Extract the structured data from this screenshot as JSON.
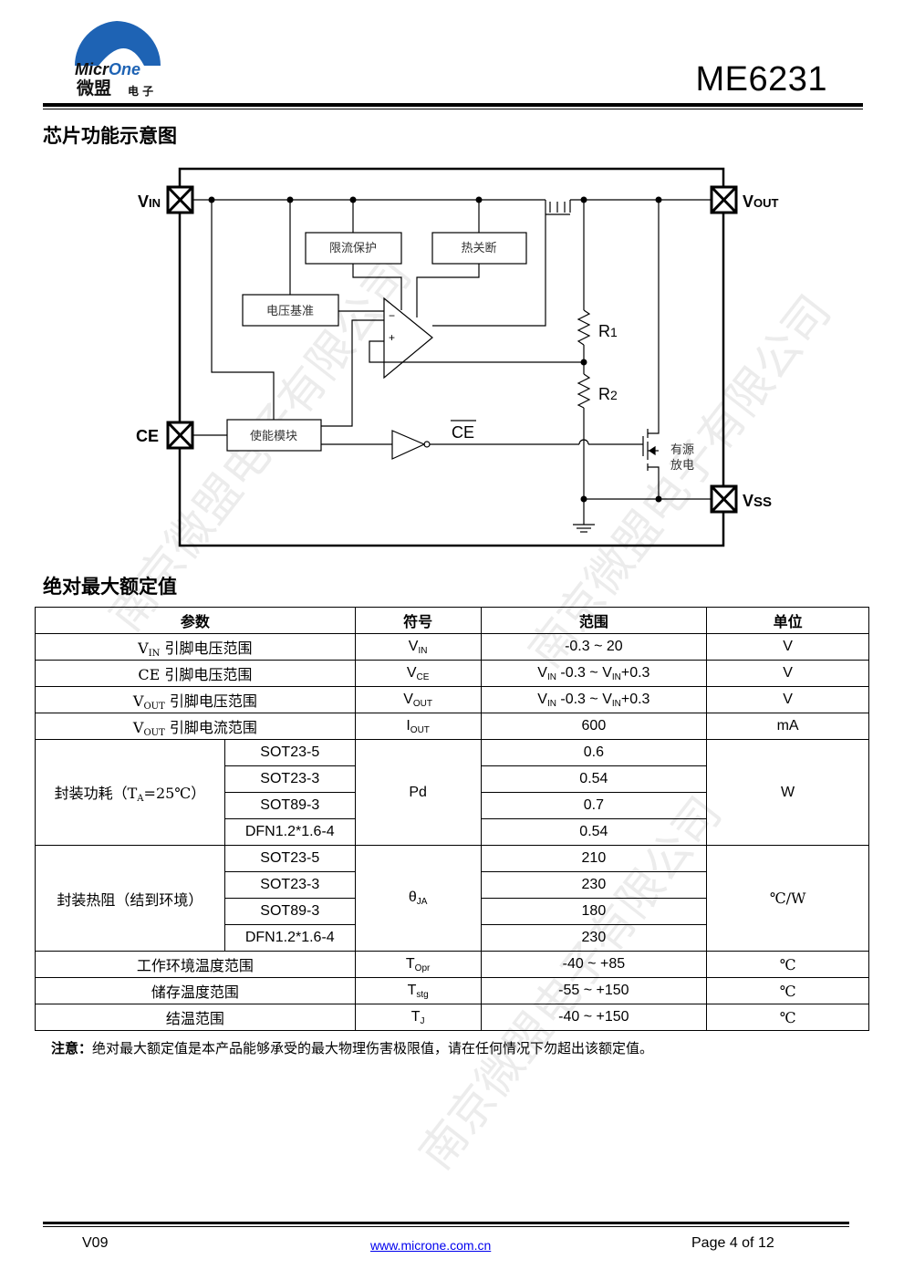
{
  "header": {
    "logo_text": "MicrOne",
    "logo_cn": "微盟",
    "logo_cn_small": "电子",
    "doc_title": "ME6231"
  },
  "sections": {
    "diagram_title": "芯片功能示意图",
    "ratings_title": "绝对最大额定值"
  },
  "diagram": {
    "pins": {
      "vin_main": "V",
      "vin_sub": "IN",
      "vout_main": "V",
      "vout_sub": "OUT",
      "ce": "CE",
      "vss_main": "V",
      "vss_sub": "SS"
    },
    "blocks": {
      "current_limit": "限流保护",
      "thermal_shutdown": "热关断",
      "voltage_ref": "电压基准",
      "enable": "使能模块"
    },
    "opamp": {
      "minus": "−",
      "plus": "+"
    },
    "r1_main": "R",
    "r1_sub": "1",
    "r2_main": "R",
    "r2_sub": "2",
    "ce_bar": "CE",
    "discharge_1": "有源",
    "discharge_2": "放电"
  },
  "table": {
    "headers": [
      "参数",
      "符号",
      "范围",
      "单位"
    ],
    "rows": {
      "vin": {
        "p_main": "V",
        "p_sub": "IN",
        "p_rest": "  引脚电压范围",
        "s_main": "V",
        "s_sub": "IN",
        "range": "-0.3 ~ 20",
        "unit": "V"
      },
      "ce": {
        "param": "CE 引脚电压范围",
        "s_main": "V",
        "s_sub": "CE",
        "r_a": "V",
        "r_a_sub": "IN",
        "r_mid": " -0.3 ~ ",
        "r_b": "V",
        "r_b_sub": "IN",
        "r_end": "+0.3",
        "unit": "V"
      },
      "vout_v": {
        "p_main": "V",
        "p_sub": "OUT",
        "p_rest": " 引脚电压范围",
        "s_main": "V",
        "s_sub": "OUT",
        "r_a": "V",
        "r_a_sub": "IN",
        "r_mid": " -0.3 ~ ",
        "r_b": "V",
        "r_b_sub": "IN",
        "r_end": "+0.3",
        "unit": "V"
      },
      "vout_i": {
        "p_main": "V",
        "p_sub": "OUT",
        "p_rest": " 引脚电流范围",
        "s_main": "I",
        "s_sub": "OUT",
        "range": "600",
        "unit": "mA"
      }
    },
    "pd": {
      "label_a": "封装功耗（T",
      "label_sub": "A",
      "label_b": "=25℃）",
      "symbol": "Pd",
      "unit": "W",
      "packages": [
        "SOT23-5",
        "SOT23-3",
        "SOT89-3",
        "DFN1.2*1.6-4"
      ],
      "values": [
        "0.6",
        "0.54",
        "0.7",
        "0.54"
      ]
    },
    "theta": {
      "label": "封装热阻（结到环境）",
      "s_main": "θ",
      "s_sub": "JA",
      "unit": "℃/W",
      "packages": [
        "SOT23-5",
        "SOT23-3",
        "SOT89-3",
        "DFN1.2*1.6-4"
      ],
      "values": [
        "210",
        "230",
        "180",
        "230"
      ]
    },
    "temps": [
      {
        "param": "工作环境温度范围",
        "s_main": "T",
        "s_sub": "Opr",
        "range": "-40 ~ +85",
        "unit": "℃"
      },
      {
        "param": "储存温度范围",
        "s_main": "T",
        "s_sub": "stg",
        "range": "-55 ~ +150",
        "unit": "℃"
      },
      {
        "param": "结温范围",
        "s_main": "T",
        "s_sub": "J",
        "range": "-40 ~ +150",
        "unit": "℃"
      }
    ]
  },
  "note": {
    "label": "注意：",
    "text": "绝对最大额定值是本产品能够承受的最大物理伤害极限值，请在任何情况下勿超出该额定值。"
  },
  "watermark": "南京微盟电子有限公司",
  "footer": {
    "version": "V09",
    "link": "www.microne.com.cn",
    "page": "Page 4 of 12"
  }
}
